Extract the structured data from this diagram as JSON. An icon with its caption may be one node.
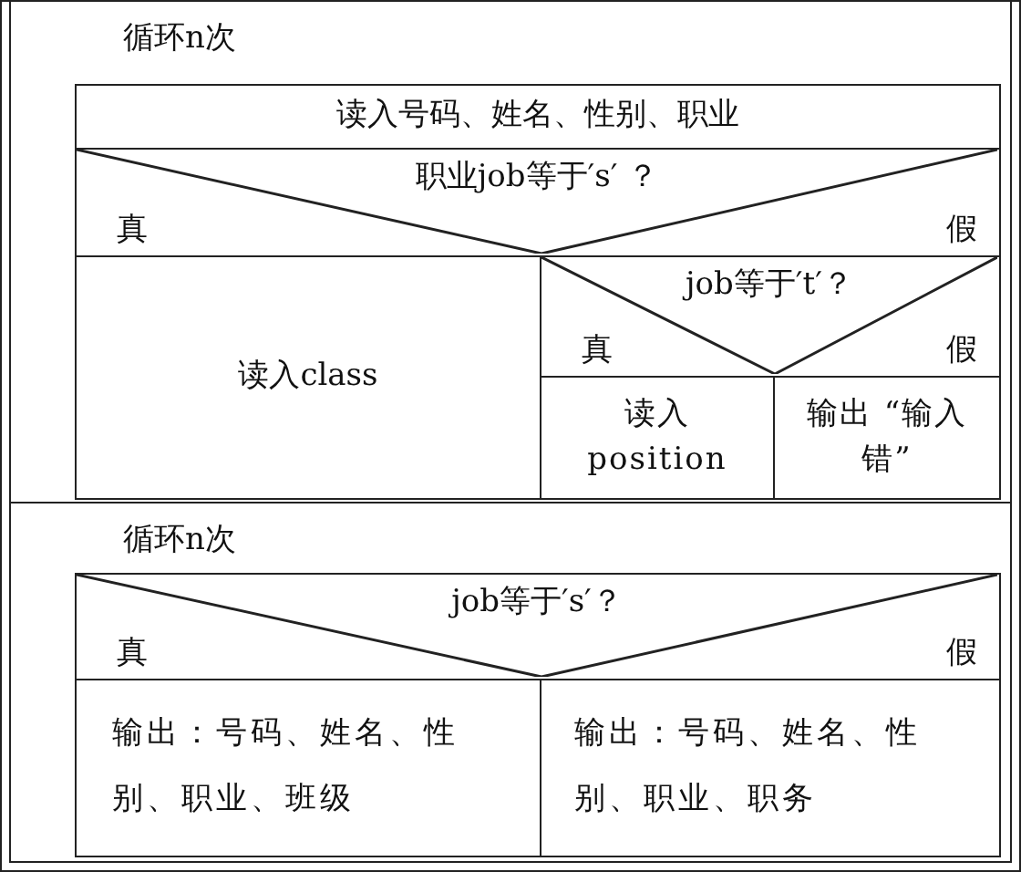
{
  "diagram": {
    "nodes": [
      {
        "text": [
          "循环n次"
        ]
      },
      {
        "text": [
          "读入号码、姓名、性别、职业"
        ],
        "in": 0
      },
      {
        "text": [
          "职业job等于′s′ ？",
          "真",
          "假"
        ],
        "in": 0
      },
      {
        "text": [
          "读入class"
        ],
        "in": 0
      },
      {
        "text": [
          "job等于′t′？",
          "真",
          "假"
        ],
        "in": 0
      },
      {
        "text": [
          "读入 position"
        ],
        "in": 0
      },
      {
        "text": [
          "输出 “输入错”"
        ],
        "in": 0
      },
      {
        "text": [
          "循环n次"
        ]
      },
      {
        "text": [
          "job等于′s′？",
          "真",
          "假"
        ],
        "in": 7
      },
      {
        "text": [
          "输出：号码、姓名、性别、职业、班级"
        ],
        "in": 7
      },
      {
        "text": [
          "输出：号码、姓名、性别、职业、职务"
        ],
        "in": 7
      }
    ]
  }
}
